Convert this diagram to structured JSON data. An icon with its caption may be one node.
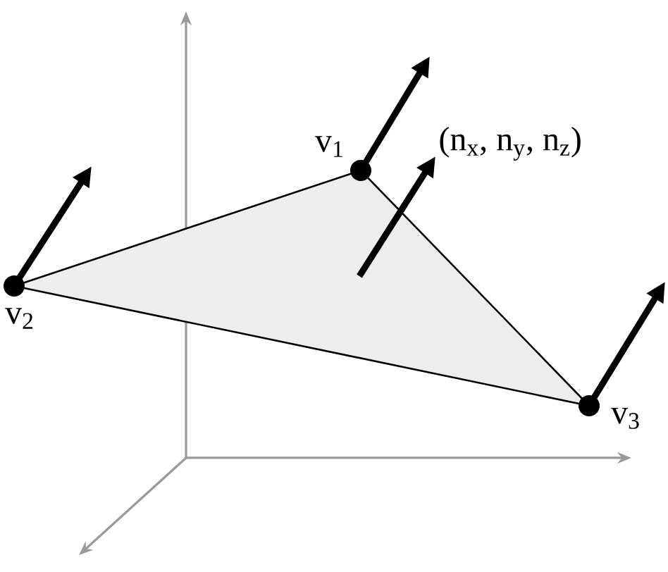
{
  "diagram": {
    "nodes": [
      {
        "text": [],
        "shape": "circle",
        "beside": [
          "v$_{1}$"
        ]
      },
      {
        "text": [],
        "shape": "circle",
        "beside": [
          "v$_{2}$"
        ]
      },
      {
        "text": [],
        "shape": "circle",
        "beside": [
          "v$_{3}$"
        ]
      }
    ],
    "edges": [
      {
        "from": 0,
        "to": 1,
        "arrow": "none"
      },
      {
        "from": 1,
        "to": 2,
        "arrow": "none"
      },
      {
        "from": 2,
        "to": 0,
        "arrow": "none"
      }
    ],
    "labels": [
      "(n$_{x}$, n$_{y}$, n$_{z}$)"
    ]
  }
}
